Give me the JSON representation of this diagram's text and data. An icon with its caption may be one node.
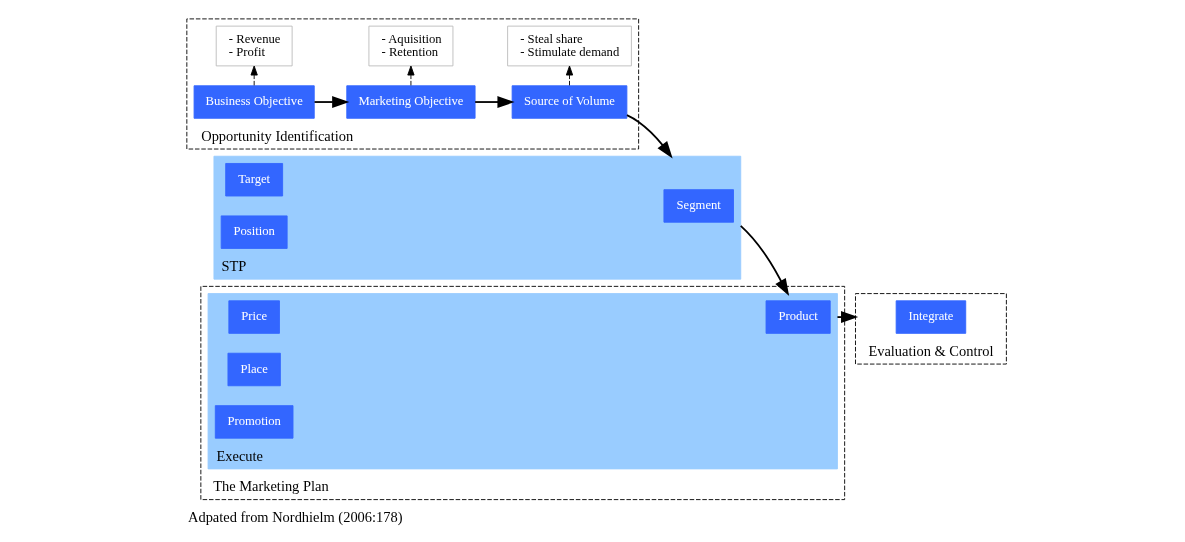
{
  "diagram": {
    "caption": "Adpated from Nordhielm (2006:178)",
    "nodes": [
      {
        "text": [
          "Opportunity Identification"
        ]
      },
      {
        "text": [
          "Business Objective"
        ],
        "in": 0
      },
      {
        "text": [
          "Marketing Objective"
        ],
        "in": 0
      },
      {
        "text": [
          "Source of Volume"
        ],
        "in": 0
      },
      {
        "text": [
          "- Revenue",
          "- Profit"
        ],
        "in": 0
      },
      {
        "text": [
          "- Aquisition",
          "- Retention"
        ],
        "in": 0
      },
      {
        "text": [
          "- Steal share",
          "- Stimulate demand"
        ],
        "in": 0
      },
      {
        "text": [
          "The Marketing Plan"
        ]
      },
      {
        "text": [
          "STP"
        ]
      },
      {
        "text": [
          "Segment"
        ],
        "in": 8
      },
      {
        "text": [
          "Target"
        ],
        "in": 8
      },
      {
        "text": [
          "Position"
        ],
        "in": 8
      },
      {
        "text": [
          "Execute"
        ],
        "in": 7
      },
      {
        "text": [
          "Product"
        ],
        "in": 12
      },
      {
        "text": [
          "Price"
        ],
        "in": 12
      },
      {
        "text": [
          "Place"
        ],
        "in": 12
      },
      {
        "text": [
          "Promotion"
        ],
        "in": 12
      },
      {
        "text": [
          "Evaluation & Control"
        ]
      },
      {
        "text": [
          "Integrate"
        ],
        "in": 17
      }
    ],
    "edges": [
      {
        "from": 1,
        "to": 2,
        "arrow": "to"
      },
      {
        "from": 2,
        "to": 3,
        "arrow": "to"
      },
      {
        "from": 3,
        "to": 8,
        "arrow": "to"
      },
      {
        "from": 8,
        "to": 12,
        "arrow": "to"
      },
      {
        "from": 12,
        "to": 17,
        "arrow": "to"
      },
      {
        "from": 1,
        "to": 4,
        "arrow": "to",
        "style": "dashed"
      },
      {
        "from": 2,
        "to": 5,
        "arrow": "to",
        "style": "dashed"
      },
      {
        "from": 3,
        "to": 6,
        "arrow": "to",
        "style": "dashed"
      }
    ]
  }
}
